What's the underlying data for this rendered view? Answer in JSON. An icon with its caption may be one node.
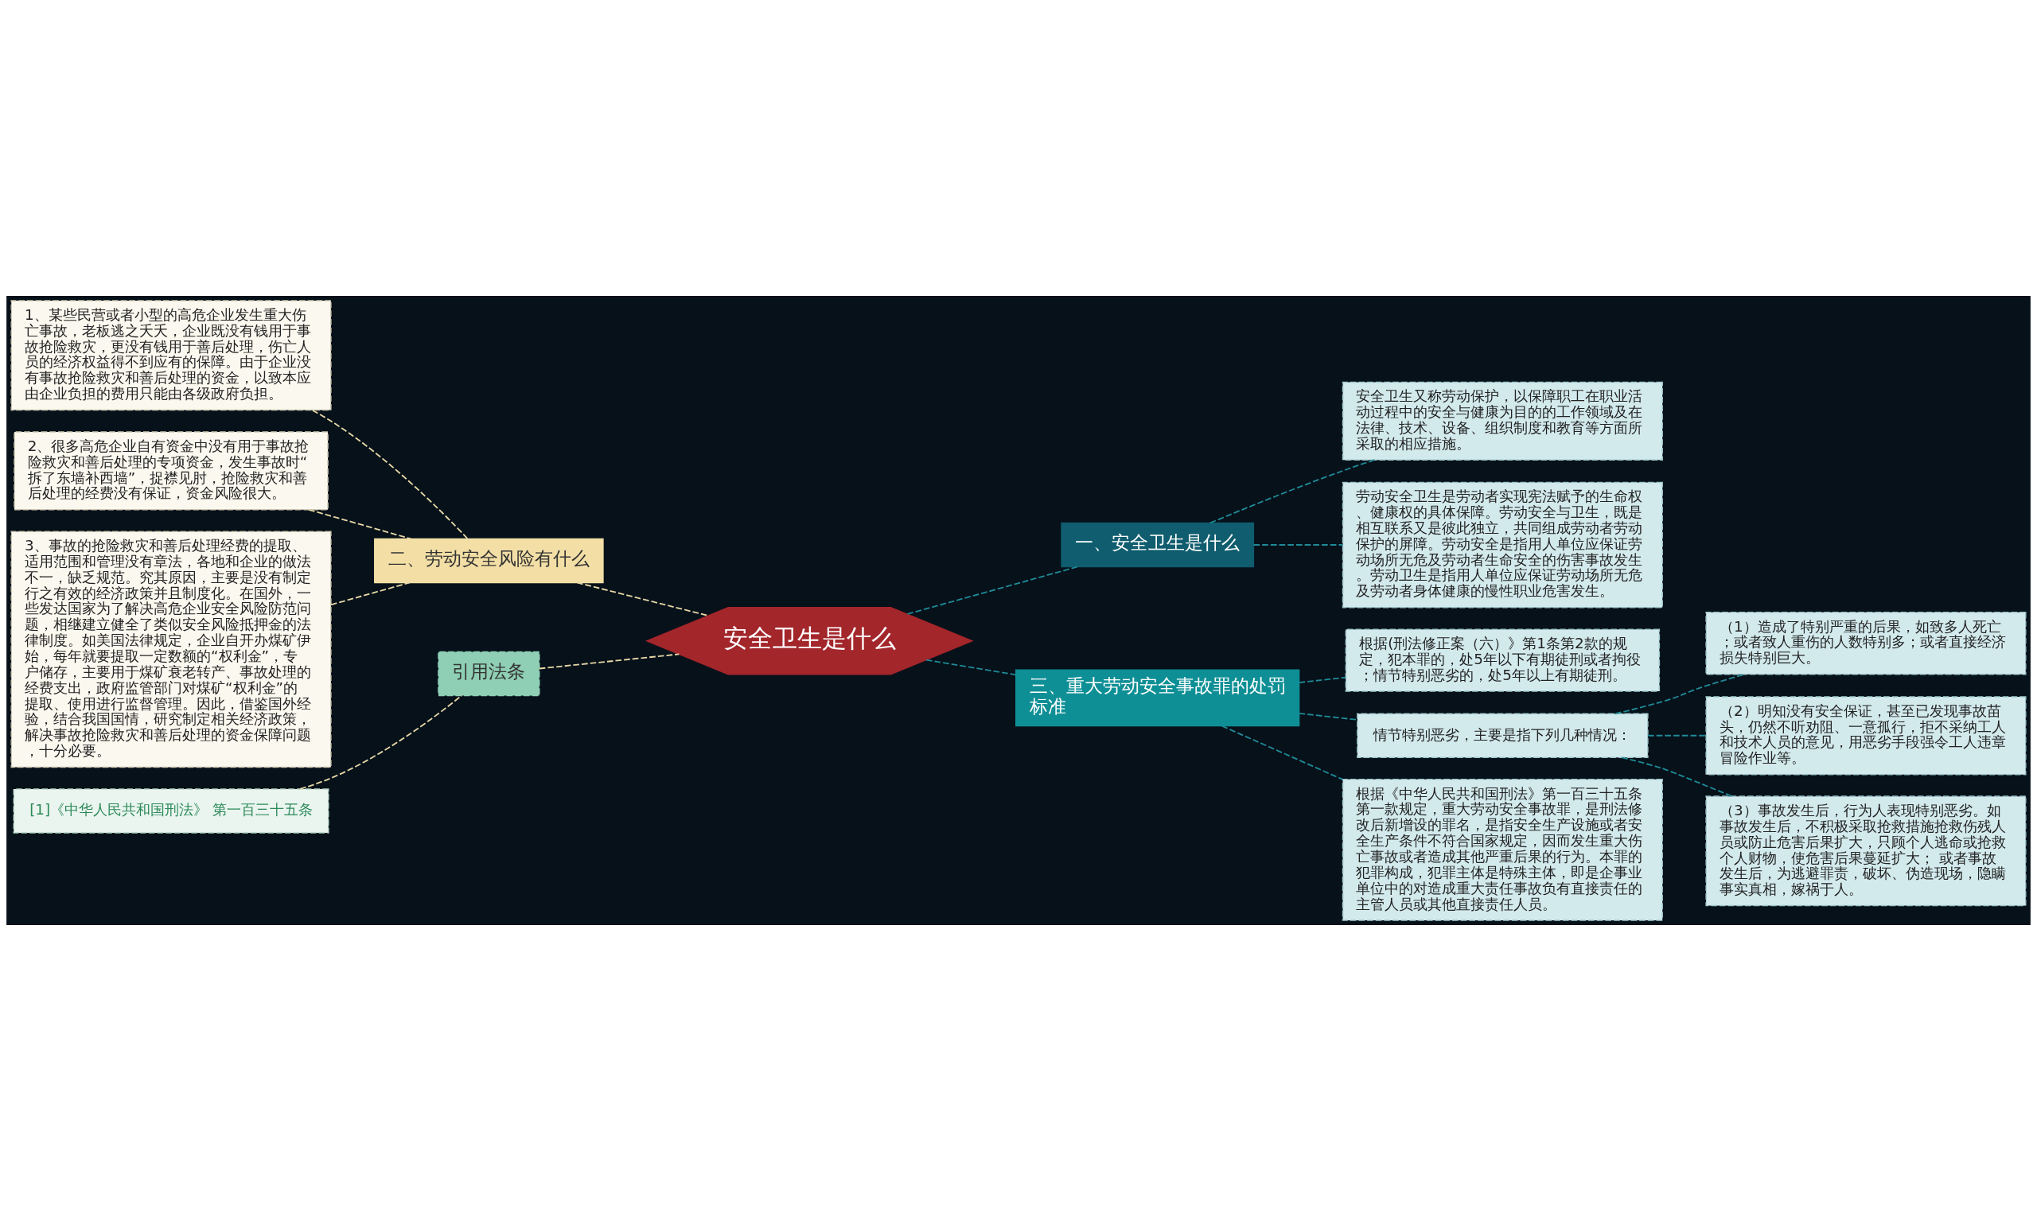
{
  "diagram": {
    "nodes": [
      {
        "text": [
          "安全卫生是什么"
        ]
      },
      {
        "text": [
          "1、某些民营或者小型的高危企业发生重大伤亡事故，老板逃之夭夭，企业既没有钱用于事故抢险救灾，更没有钱用于善后处理，伤亡人员的经济权益得不到应有的保障。由于企业没有事故抢险救灾和善后处理的资金，以致本应由企业负担的费用只能由各级政府负担。"
        ]
      },
      {
        "text": [
          "2、很多高危企业自有资金中没有用于事故抢险救灾和善后处理的专项资金，发生事故时“拆了东墙补西墙”，捉襟见肘，抢险救灾和善后处理的经费没有保证，资金风险很大。"
        ]
      },
      {
        "text": [
          "3、事故的抢险救灾和善后处理经费的提取、适用范围和管理没有章法，各地和企业的做法不一，缺乏规范。究其原因，主要是没有制定行之有效的经济政策并且制度化。在国外，一些发达国家为了解决高危企业安全风险防范问题，相继建立健全了类似安全风险抵押金的法律制度。如美国法律规定，企业自开办煤矿伊始，每年就要提取一定数额的“权利金”，专户储存，主要用于煤矿衰老转产、事故处理的经费支出，政府监管部门对煤矿“权利金”的提取、使用进行监督管理。因此，借鉴国外经验，结合我国国情，研究制定相关经济政策，解决事故抢险救灾和善后处理的资金保障问题，十分必要。"
        ]
      },
      {
        "text": [
          "二、劳动安全风险有什么"
        ]
      },
      {
        "text": [
          "[1]《中华人民共和国刑法》 第一百三十五条"
        ]
      },
      {
        "text": [
          "引用法条"
        ]
      },
      {
        "text": [
          "一、安全卫生是什么"
        ]
      },
      {
        "text": [
          "安全卫生又称劳动保护，以保障职工在职业活动过程中的安全与健康为目的的工作领域及在法律、技术、设备、组织制度和教育等方面所采取的相应措施。"
        ]
      },
      {
        "text": [
          "劳动安全卫生是劳动者实现宪法赋予的生命权、健康权的具体保障。劳动安全与卫生，既是相互联系又是彼此独立，共同组成劳动者劳动保护的屏障。劳动安全是指用人单位应保证劳动场所无危及劳动者生命安全的伤害事故发生。劳动卫生是指用人单位应保证劳动场所无危及劳动者身体健康的慢性职业危害发生。"
        ]
      },
      {
        "text": [
          "三、重大劳动安全事故罪的处罚标准"
        ]
      },
      {
        "text": [
          "根据(刑法修正案（六）》第1条第2款的规定，犯本罪的，处5年以下有期徒刑或者拘役；情节特别恶劣的，处5年以上有期徒刑。"
        ]
      },
      {
        "text": [
          "情节特别恶劣，主要是指下列几种情况："
        ]
      },
      {
        "text": [
          "（1）造成了特别严重的后果，如致多人死亡；或者致人重伤的人数特别多；或者直接经济损失特别巨大。"
        ]
      },
      {
        "text": [
          "（2）明知没有安全保证，甚至已发现事故苗头，仍然不听劝阻、一意孤行，拒不采纳工人和技术人员的意见，用恶劣手段强令工人违章冒险作业等。"
        ]
      },
      {
        "text": [
          "（3）事故发生后，行为人表现特别恶劣。如事故发生后，不积极采取抢救措施抢救伤残人员或防止危害后果扩大，只顾个人逃命或抢救个人财物，使危害后果蔓延扩大； 或者事故发生后，为逃避罪责，破坏、伪造现场，隐瞒事实真相，嫁祸于人。"
        ]
      },
      {
        "text": [
          "根据《中华人民共和国刑法》第一百三十五条第一款规定，重大劳动安全事故罪，是刑法修改后新增设的罪名，是指安全生产设施或者安全生产条件不符合国家规定，因而发生重大伤亡事故或者造成其他严重后果的行为。本罪的犯罪构成，犯罪主体是特殊主体，即是企事业单位中的对造成重大责任事故负有直接责任的主管人员或其他直接责任人员。"
        ]
      }
    ],
    "edges": [
      {
        "from": 4,
        "to": 0,
        "arrow": "none",
        "style": "dashed",
        "color": "#e6d7a6"
      },
      {
        "from": 1,
        "to": 4,
        "arrow": "none",
        "style": "dashed",
        "color": "#e6d7a6"
      },
      {
        "from": 2,
        "to": 4,
        "arrow": "none",
        "style": "dashed",
        "color": "#e6d7a6"
      },
      {
        "from": 3,
        "to": 4,
        "arrow": "none",
        "style": "dashed",
        "color": "#e6d7a6"
      },
      {
        "from": 6,
        "to": 0,
        "arrow": "none",
        "style": "dashed",
        "color": "#e6d7a6"
      },
      {
        "from": 5,
        "to": 6,
        "arrow": "none",
        "style": "dashed",
        "color": "#e6d7a6"
      },
      {
        "from": 0,
        "to": 7,
        "arrow": "none",
        "style": "dashed"
      },
      {
        "from": 7,
        "to": 8,
        "arrow": "none",
        "style": "dashed"
      },
      {
        "from": 7,
        "to": 9,
        "arrow": "none",
        "style": "dashed"
      },
      {
        "from": 0,
        "to": 10,
        "arrow": "none",
        "style": "dashed"
      },
      {
        "from": 10,
        "to": 11,
        "arrow": "none",
        "style": "dashed"
      },
      {
        "from": 10,
        "to": 12,
        "arrow": "none",
        "style": "dashed"
      },
      {
        "from": 12,
        "to": 13,
        "arrow": "none",
        "style": "dashed"
      },
      {
        "from": 12,
        "to": 14,
        "arrow": "none",
        "style": "dashed"
      },
      {
        "from": 12,
        "to": 15,
        "arrow": "none",
        "style": "dashed"
      },
      {
        "from": 10,
        "to": 16,
        "arrow": "none",
        "style": "dashed"
      }
    ]
  }
}
